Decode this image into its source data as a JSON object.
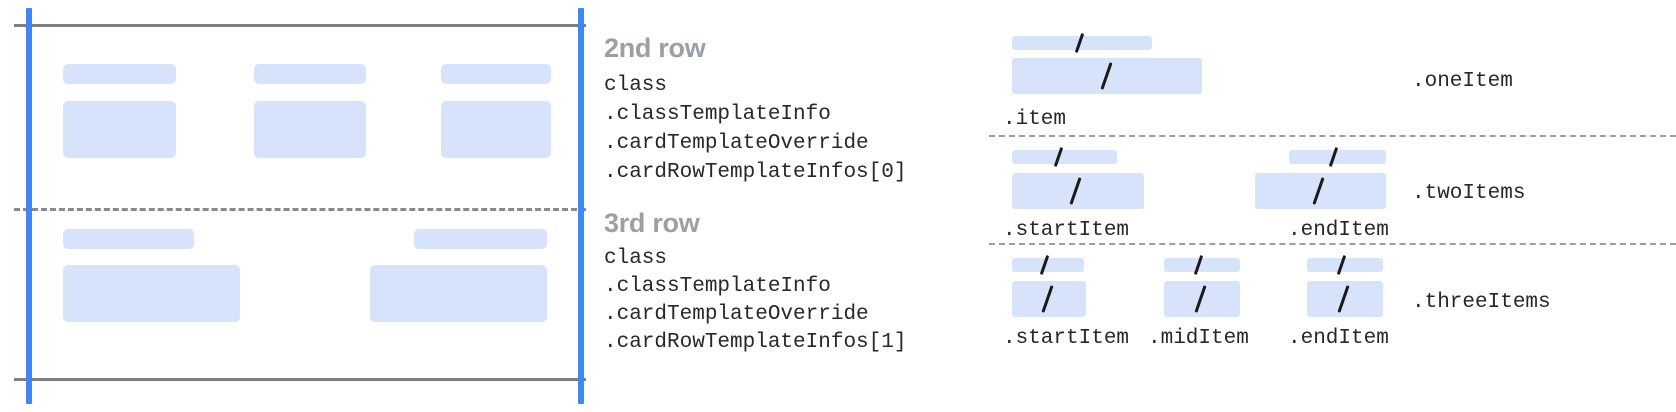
{
  "colors": {
    "placeholder_fill": "#d7e3fb",
    "guide_blue": "#4285f4",
    "rule_gray": "#808080",
    "title_gray": "#9aa0a6",
    "code_text": "#26282b",
    "background": "#ffffff"
  },
  "left_diagram": {
    "name": "card-row-template-preview",
    "rows": [
      {
        "name": "second-row",
        "cells": [
          {
            "label_bar": true,
            "content_bar": true
          },
          {
            "label_bar": true,
            "content_bar": true
          },
          {
            "label_bar": true,
            "content_bar": true
          }
        ]
      },
      {
        "name": "third-row",
        "cells": [
          {
            "label_bar": true,
            "content_bar": true
          },
          {
            "label_bar": true,
            "content_bar": true
          }
        ]
      }
    ]
  },
  "annotations": [
    {
      "title": "2nd row",
      "code": [
        "class",
        ".classTemplateInfo",
        ".cardTemplateOverride",
        ".cardRowTemplateInfos[0]"
      ]
    },
    {
      "title": "3rd row",
      "code": [
        "class",
        ".classTemplateInfo",
        ".cardTemplateOverride",
        ".cardRowTemplateInfos[1]"
      ]
    }
  ],
  "item_layouts": [
    {
      "group_label": ".oneItem",
      "items": [
        {
          "label": ".item"
        }
      ]
    },
    {
      "group_label": ".twoItems",
      "items": [
        {
          "label": ".startItem"
        },
        {
          "label": ".endItem"
        }
      ]
    },
    {
      "group_label": ".threeItems",
      "items": [
        {
          "label": ".startItem"
        },
        {
          "label": ".midItem"
        },
        {
          "label": ".endItem"
        }
      ]
    }
  ],
  "glyphs": {
    "slash": "/"
  }
}
